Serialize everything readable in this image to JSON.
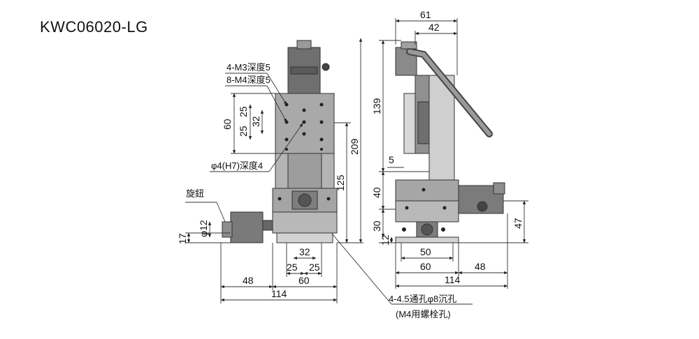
{
  "title": "KWC06020-LG",
  "front_view": {
    "notes": {
      "m3": "4-M3深度5",
      "m4": "8-M4深度5",
      "pin": "φ4(H7)深度4",
      "knob": "旋鈕",
      "knob_dia": "φ12",
      "hole": "4-4.5通孔φ8沉孔",
      "bolt": "(M4用螺栓孔)"
    },
    "dims": {
      "d60": "60",
      "d25a": "25",
      "d25b": "25",
      "d32": "32",
      "d17": "17",
      "d209": "209",
      "d125": "125",
      "b32": "32",
      "b25a": "25",
      "b25b": "25",
      "b48": "48",
      "b60": "60",
      "b114": "114"
    }
  },
  "side_view": {
    "dims": {
      "t61": "61",
      "t42": "42",
      "d139": "139",
      "d5": "5",
      "d40": "40",
      "d30": "30",
      "d12": "12",
      "d47": "47",
      "b50": "50",
      "b60": "60",
      "b48": "48",
      "b114": "114"
    }
  }
}
